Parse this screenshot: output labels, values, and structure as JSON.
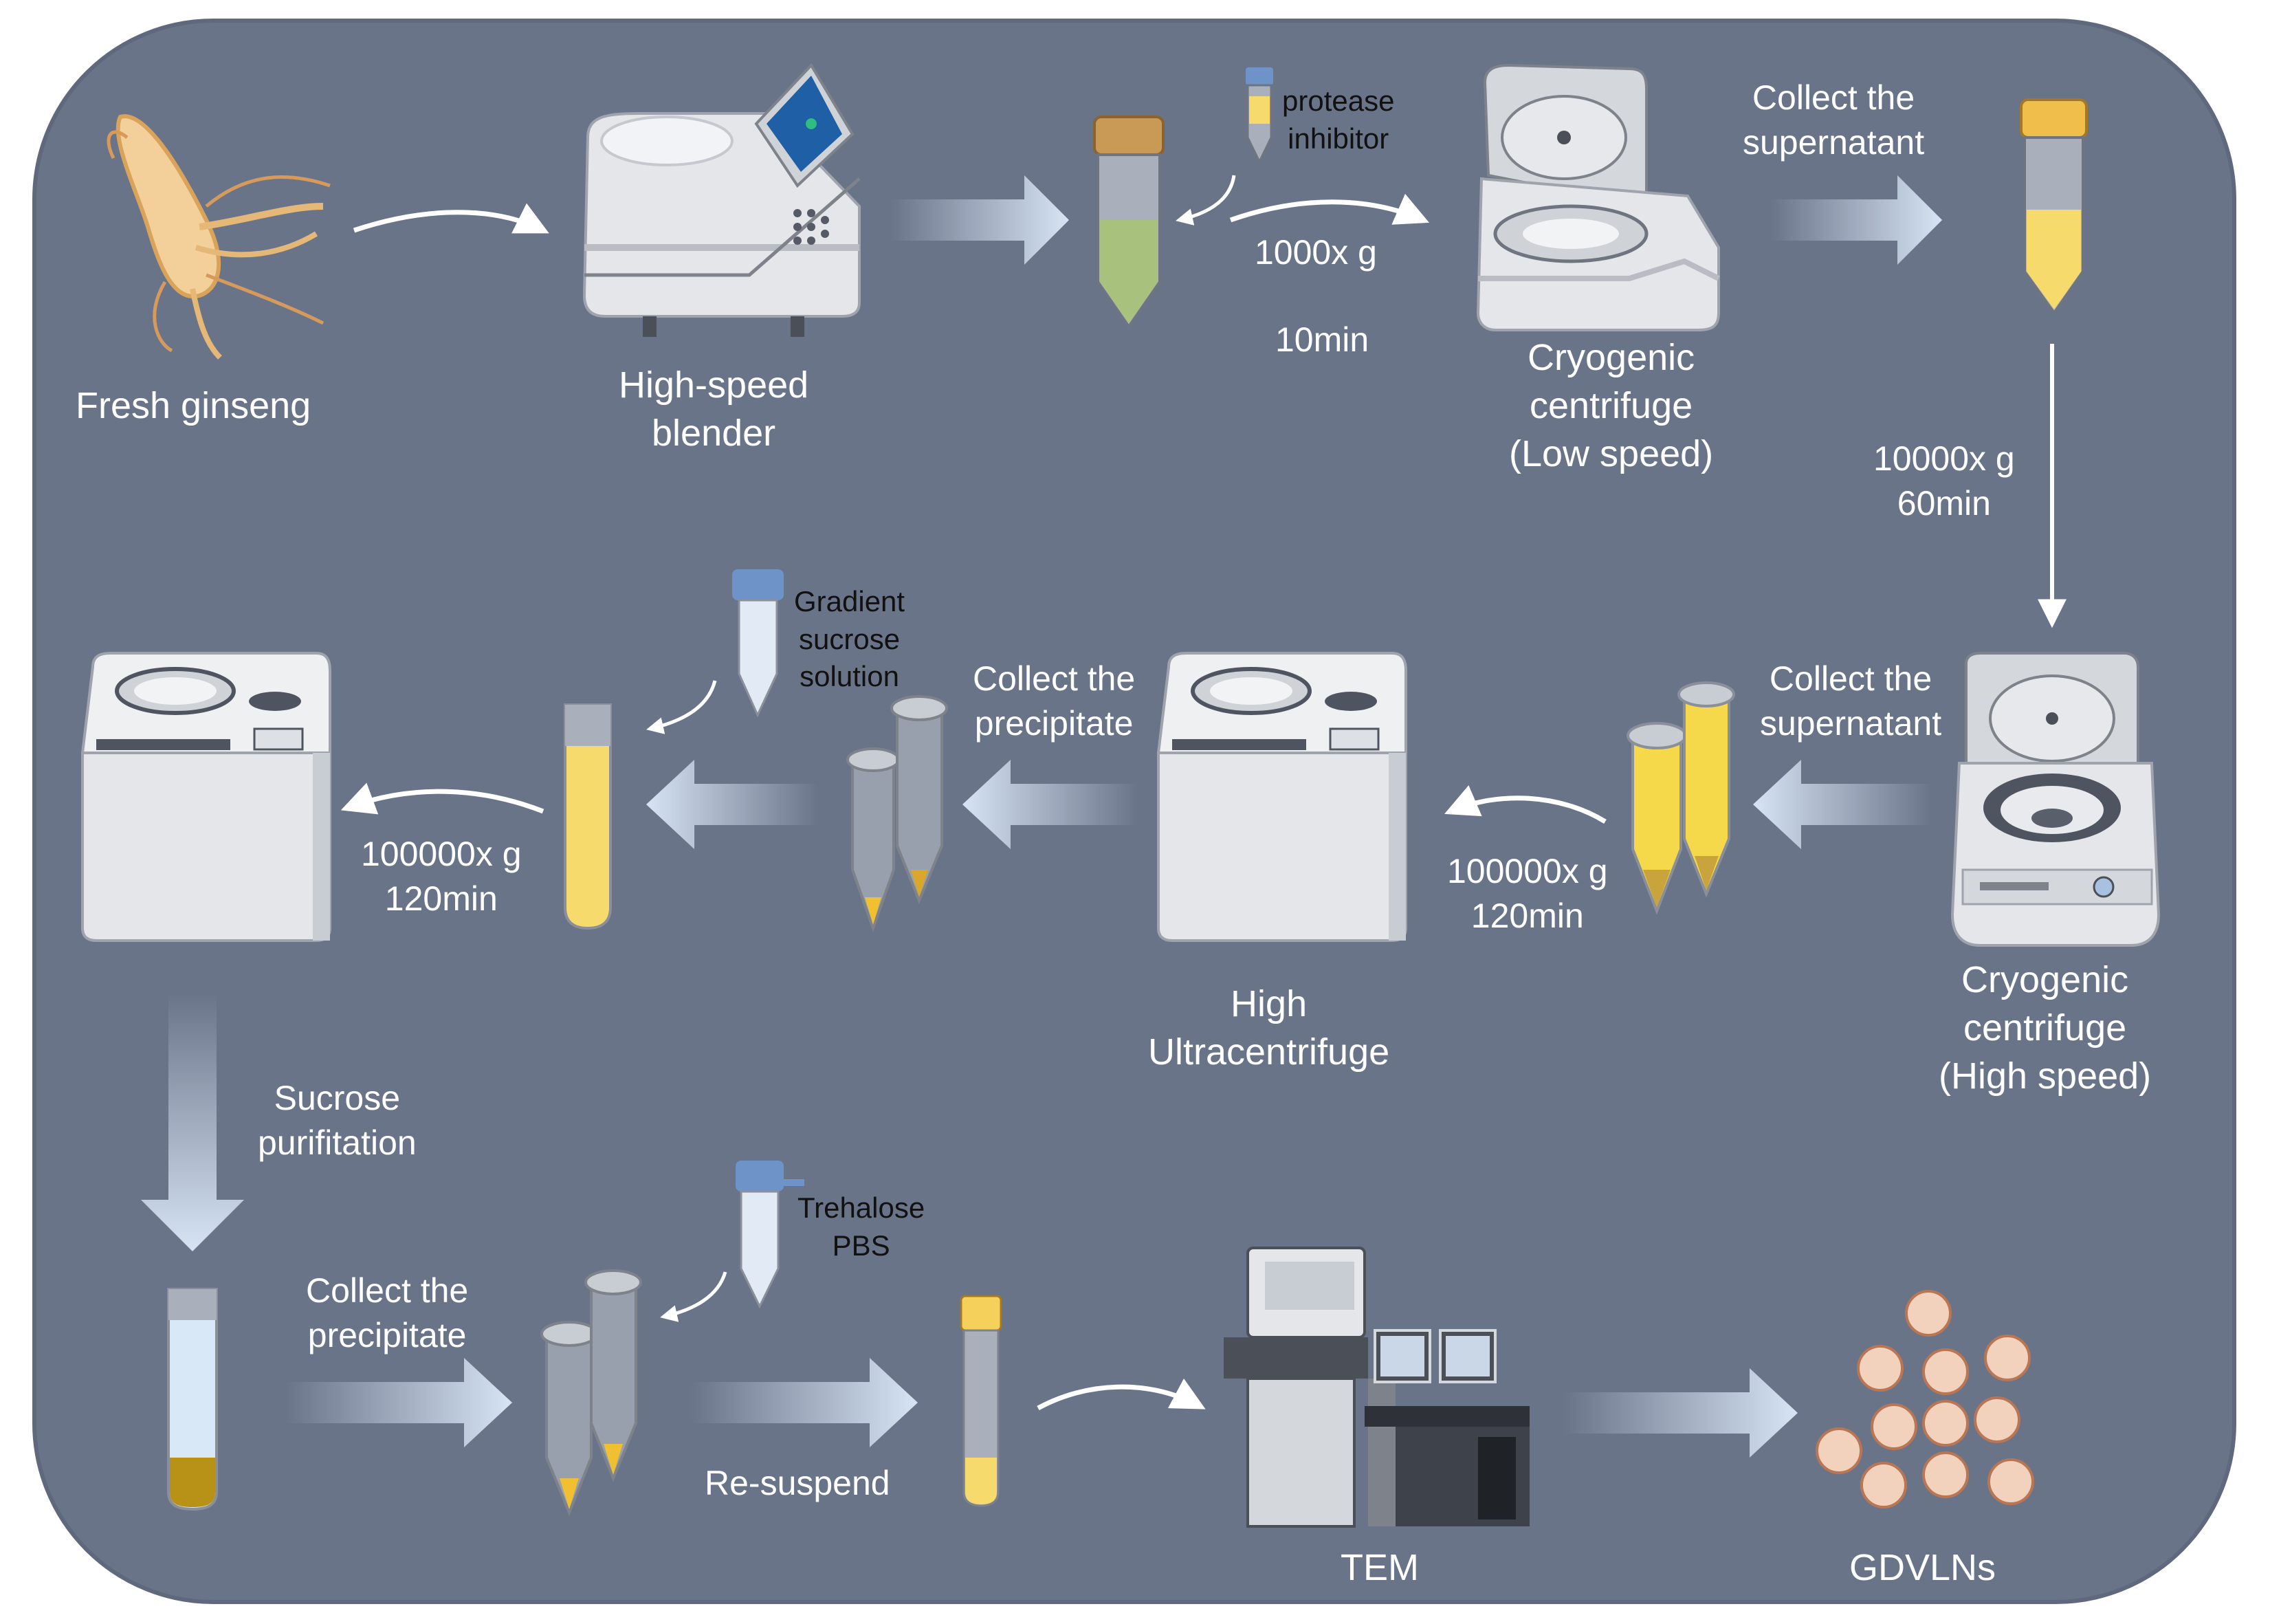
{
  "colors": {
    "panel": "#6a7489",
    "panel_border": "#5f687c",
    "instrument_body": "#e4e6e9",
    "instrument_shadow": "#b9bcc2",
    "arrow_light": "#d6e4f4",
    "tube_yellow": "#f6da6b",
    "tube_green": "#a8c17d",
    "tube_amber": "#c9a33c",
    "cap_orange": "#c99a55",
    "cap_blue": "#6d93c9",
    "vesicle": "#f2d2bc",
    "vesicle_border": "#b87655"
  },
  "steps": {
    "fresh_ginseng": "Fresh ginseng",
    "blender": "High-speed\nblender",
    "protease": "protease\ninhibitor",
    "spin1_force": "1000x g",
    "spin1_time": "10min",
    "cryo_low": "Cryogenic\ncentrifuge\n(Low speed)",
    "collect_sup_1": "Collect the\nsupernatant",
    "spin2": "10000x g\n60min",
    "cryo_high": "Cryogenic\ncentrifuge\n(High speed)",
    "collect_sup_2": "Collect the\nsupernatant",
    "spin3": "100000x g\n120min",
    "ultra": "High\nUltracentrifuge",
    "collect_prec_1": "Collect the\nprecipitate",
    "gradient": "Gradient\nsucrose\nsolution",
    "spin4": "100000x g\n120min",
    "sucrose_purif": "Sucrose\npurifitation",
    "collect_prec_2": "Collect the\nprecipitate",
    "trehalose": "Trehalose\nPBS",
    "resuspend": "Re-suspend",
    "tem": "TEM",
    "gdvlns": "GDVLNs"
  }
}
